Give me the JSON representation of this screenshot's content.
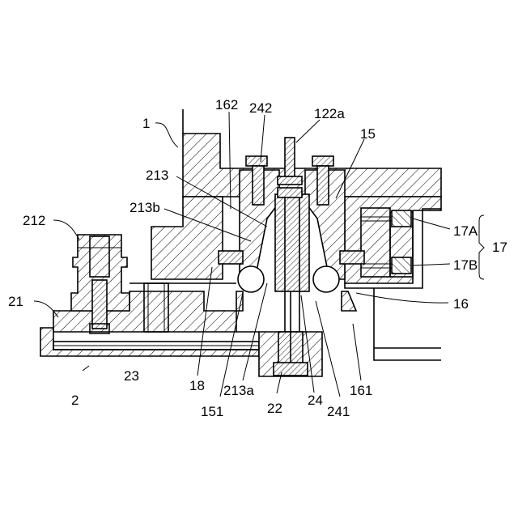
{
  "labels": {
    "l1": "1",
    "l2": "2",
    "l15": "15",
    "l16": "16",
    "l17": "17",
    "l17a": "17A",
    "l17b": "17B",
    "l18": "18",
    "l21": "21",
    "l22": "22",
    "l23": "23",
    "l24": "24",
    "l122a": "122a",
    "l151": "151",
    "l161": "161",
    "l162": "162",
    "l212": "212",
    "l213": "213",
    "l213a": "213a",
    "l213b": "213b",
    "l241": "241",
    "l242": "242"
  }
}
